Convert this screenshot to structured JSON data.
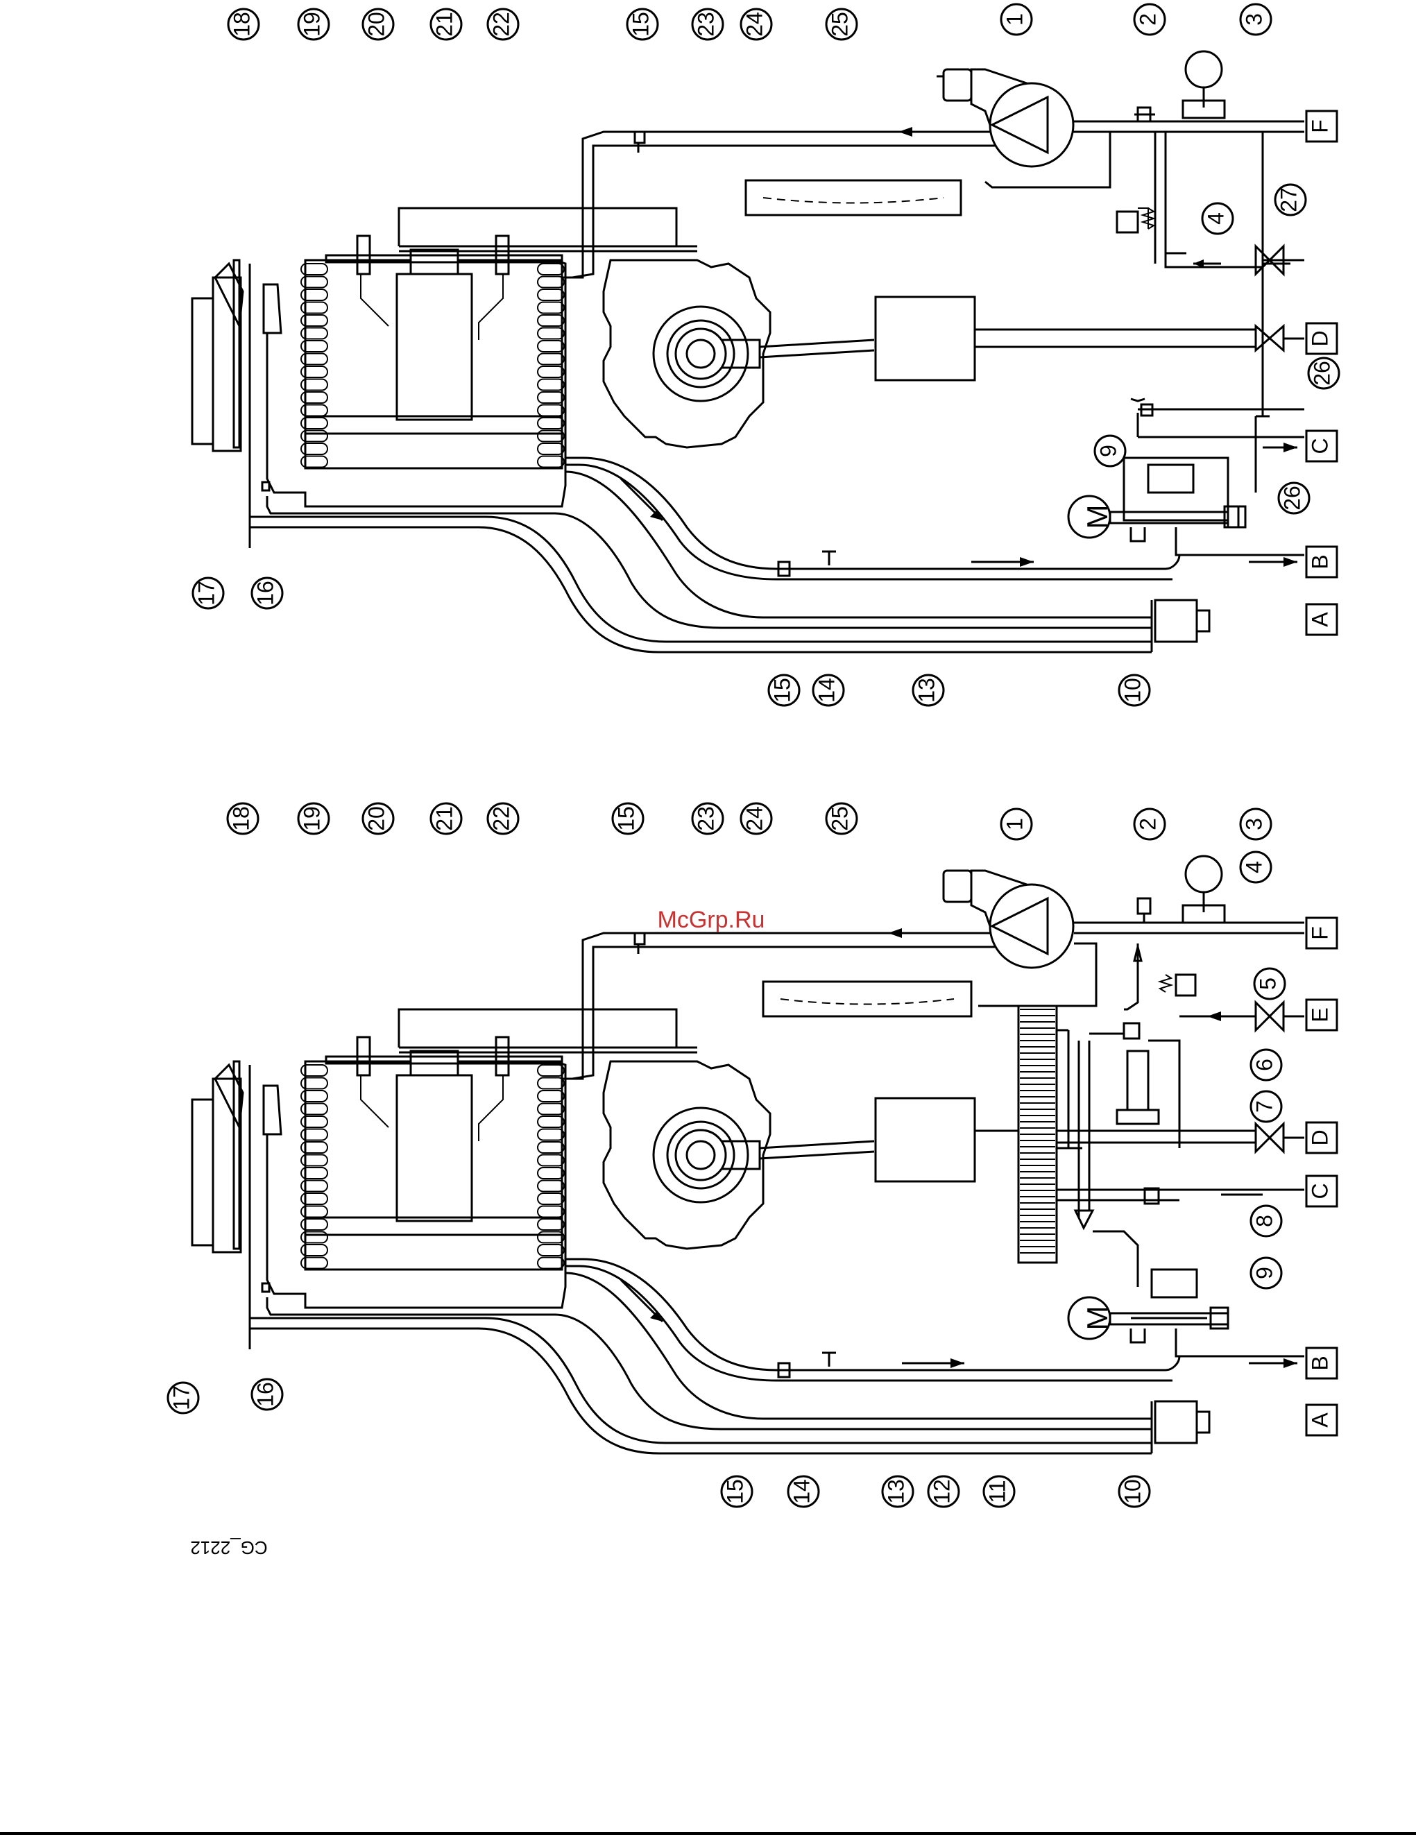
{
  "watermark": "McGrp.Ru",
  "figure_id": "CG_2212",
  "colors": {
    "line": "#000000",
    "watermark": "#c83232",
    "background": "#ffffff"
  },
  "motor_label": "M",
  "top_diagram": {
    "callouts": [
      "1",
      "2",
      "3",
      "4",
      "9",
      "10",
      "13",
      "14",
      "15",
      "15",
      "16",
      "17",
      "18",
      "19",
      "20",
      "21",
      "22",
      "23",
      "24",
      "25",
      "26",
      "26",
      "27"
    ],
    "ports": [
      "F",
      "D",
      "C",
      "B",
      "A"
    ]
  },
  "bottom_diagram": {
    "callouts": [
      "1",
      "2",
      "3",
      "4",
      "5",
      "6",
      "7",
      "8",
      "9",
      "10",
      "11",
      "12",
      "13",
      "14",
      "15",
      "15",
      "16",
      "17",
      "18",
      "19",
      "20",
      "21",
      "22",
      "23",
      "24",
      "25"
    ],
    "ports": [
      "F",
      "E",
      "D",
      "C",
      "B",
      "A"
    ]
  }
}
